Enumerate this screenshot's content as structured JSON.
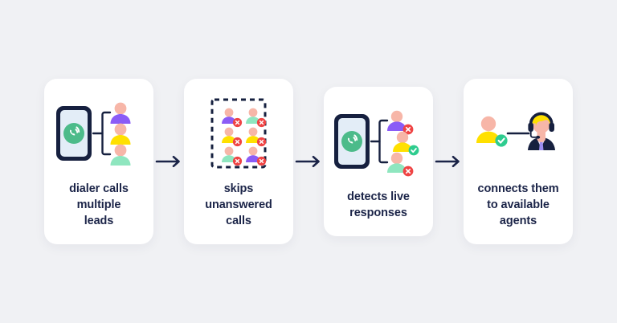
{
  "diagram": {
    "type": "horizontal-process-flow",
    "background_color": "#f0f1f4",
    "card_color": "#ffffff",
    "text_color": "#1b2448",
    "arrow_color": "#1b2448",
    "accent_colors": {
      "phone_green": "#4cbb8a",
      "avatar_head": "#f7b6a8",
      "avatar_purple": "#8b5cf6",
      "avatar_yellow": "#ffe000",
      "avatar_green": "#8fe6bf",
      "badge_error_red": "#ef4444",
      "badge_success_green": "#2ecc8f",
      "agent_hair_yellow": "#ffe000",
      "agent_suit_navy": "#16203f",
      "agent_tie_purple": "#9b8cf0",
      "phone_screen": "#e3edf7",
      "phone_frame": "#16203f"
    },
    "steps": [
      {
        "id": "step-1",
        "caption": "dialer calls\nmultiple\nleads",
        "icon": "phone-calling-multiple-leads-icon",
        "avatar_colors": [
          "#8b5cf6",
          "#ffe000",
          "#8fe6bf"
        ],
        "badges": [
          "none",
          "none",
          "none"
        ]
      },
      {
        "id": "step-2",
        "caption": "skips\nunanswered\ncalls",
        "icon": "unanswered-leads-grid-icon",
        "avatar_colors": [
          "#8b5cf6",
          "#8fe6bf",
          "#ffe000",
          "#ffe000",
          "#8fe6bf",
          "#8b5cf6"
        ],
        "badges": [
          "error",
          "error",
          "error",
          "error",
          "error",
          "error"
        ]
      },
      {
        "id": "step-3",
        "caption": "detects live\nresponses",
        "icon": "phone-detect-live-response-icon",
        "avatar_colors": [
          "#8b5cf6",
          "#ffe000",
          "#8fe6bf"
        ],
        "badges": [
          "error",
          "success",
          "error"
        ]
      },
      {
        "id": "step-4",
        "caption": "connects them\nto available\nagents",
        "icon": "lead-connected-to-agent-icon",
        "avatar_colors": [
          "#ffe000"
        ],
        "badges": [
          "success"
        ]
      }
    ],
    "arrows": [
      {
        "id": "arrow-1",
        "label": "arrow-step-1-to-2"
      },
      {
        "id": "arrow-2",
        "label": "arrow-step-2-to-3"
      },
      {
        "id": "arrow-3",
        "label": "arrow-step-3-to-4"
      }
    ]
  }
}
